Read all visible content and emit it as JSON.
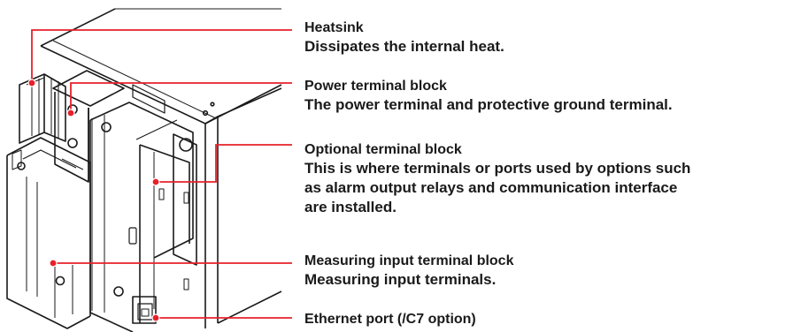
{
  "colors": {
    "callout": "#e8202a",
    "outline": "#1a1a1a",
    "text": "#1a1a1a"
  },
  "callouts": [
    {
      "id": "heatsink",
      "title": "Heatsink",
      "desc": [
        "Dissipates the internal heat."
      ]
    },
    {
      "id": "power",
      "title": "Power terminal block",
      "desc": [
        "The power terminal and protective ground terminal."
      ]
    },
    {
      "id": "optional",
      "title": "Optional terminal block",
      "desc": [
        "This is where terminals or ports used by options such",
        "as alarm output relays and communication interface",
        "are installed."
      ]
    },
    {
      "id": "measuring",
      "title": "Measuring input terminal block",
      "desc": [
        "Measuring input terminals."
      ]
    },
    {
      "id": "ethernet",
      "title": "Ethernet port (/C7 option)",
      "desc": []
    }
  ]
}
